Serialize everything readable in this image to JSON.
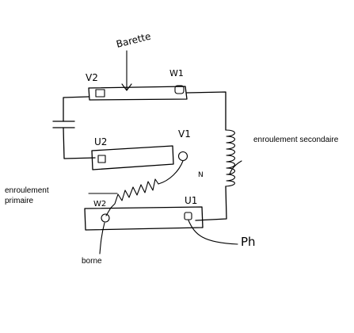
{
  "annotations": {
    "barrette": "Barette",
    "v2": "V2",
    "w1": "W1",
    "u2": "U2",
    "v1": "V1",
    "n": "N",
    "w2": "W2",
    "u1": "U1",
    "ph": "Ph"
  },
  "labels": {
    "enroulement_secondaire": "enroulement secondaire",
    "enroulement_primaire_line1": "enroulement",
    "enroulement_primaire_line2": "primaire",
    "borne": "borne"
  }
}
